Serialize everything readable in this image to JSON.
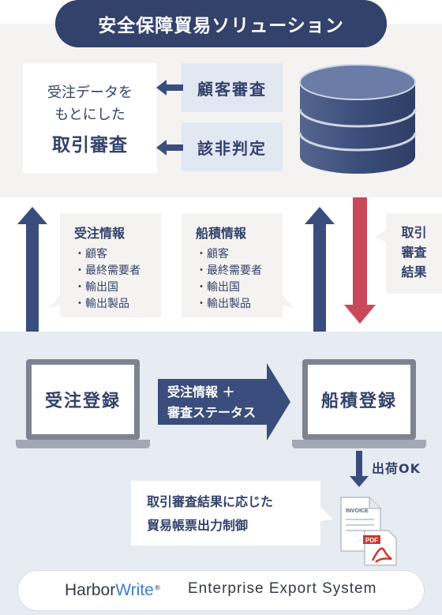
{
  "title": "安全保障貿易ソリューション",
  "screening": {
    "line1": "受注データを",
    "line2": "もとにした",
    "line3": "取引審査",
    "checks": [
      "顧客審査",
      "該非判定"
    ]
  },
  "flows": {
    "order_info": {
      "title": "受注情報",
      "items": [
        "・顧客",
        "・最終需要者",
        "・輸出国",
        "・輸出製品"
      ]
    },
    "shipping_info": {
      "title": "船積情報",
      "items": [
        "・顧客",
        "・最終需要者",
        "・輸出国",
        "・輸出製品"
      ]
    },
    "result": {
      "lines": [
        "取引",
        "審査",
        "結果"
      ]
    }
  },
  "process": {
    "order_registration": "受注登録",
    "shipping_registration": "船積登録",
    "transfer_line1": "受注情報 ＋",
    "transfer_line2": "審査ステータス",
    "ship_ok": "出荷OK",
    "control_line1": "取引審査結果に応じた",
    "control_line2": "貿易帳票出力制御"
  },
  "document_icon": {
    "invoice_label": "INVOICE",
    "pdf_label": "PDF"
  },
  "footer": {
    "brand_part1": "Harbor",
    "brand_part2": "Write",
    "brand_mark": "®",
    "tagline": "Enterprise Export System"
  },
  "colors": {
    "navy": "#33426b",
    "arrow_blue": "#3b4d7d",
    "arrow_red": "#c9485b",
    "brand_blue": "#3a7fc8"
  }
}
